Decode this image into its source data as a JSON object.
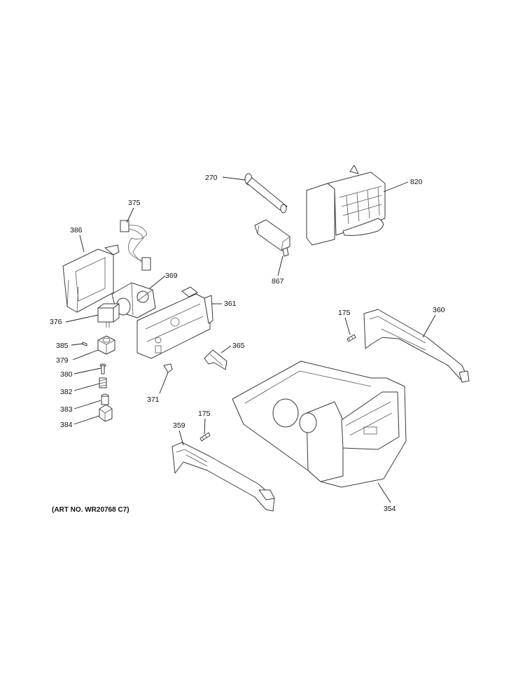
{
  "diagram": {
    "art_number": "(ART NO. WR20768 C7)",
    "callouts": {
      "p270": "270",
      "p820": "820",
      "p375": "375",
      "p386": "386",
      "p369": "369",
      "p361": "361",
      "p867": "867",
      "p175a": "175",
      "p360": "360",
      "p376": "376",
      "p385": "385",
      "p379": "379",
      "p365": "365",
      "p380": "380",
      "p382": "382",
      "p371": "371",
      "p383": "383",
      "p384": "384",
      "p175b": "175",
      "p359": "359",
      "p354": "354"
    }
  }
}
